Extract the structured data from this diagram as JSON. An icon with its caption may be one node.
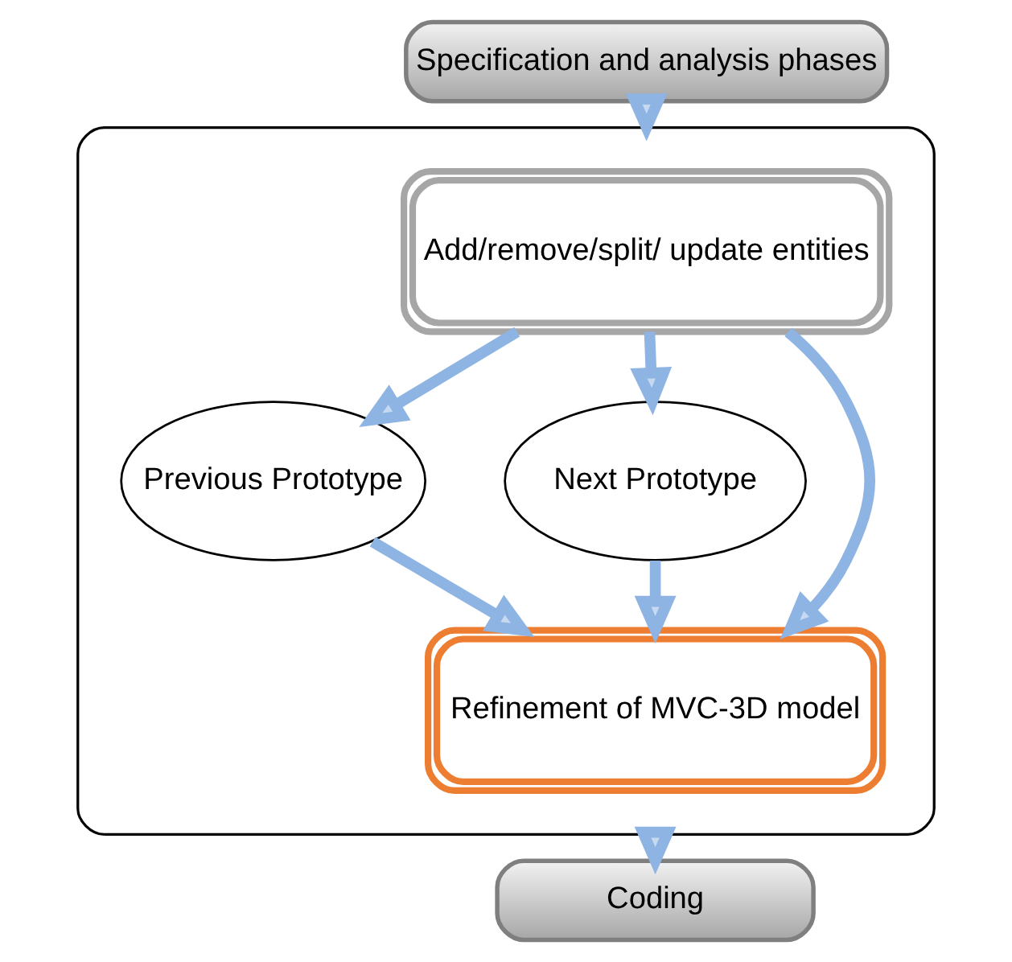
{
  "diagram": {
    "nodes": [
      {
        "text": [
          "Specification and analysis phases"
        ]
      },
      {
        "text": [],
        "shape": "box"
      },
      {
        "text": [
          "Add/remove/split/ update entities"
        ],
        "in": 1
      },
      {
        "text": [
          "Previous Prototype"
        ],
        "in": 1
      },
      {
        "text": [
          "Next Prototype"
        ],
        "in": 1
      },
      {
        "text": [
          "Refinement of MVC-3D model"
        ],
        "in": 1
      },
      {
        "text": [
          "Coding"
        ]
      }
    ],
    "edges": [
      {
        "from": 0,
        "to": 1,
        "arrow": "to"
      },
      {
        "from": 2,
        "to": 3,
        "arrow": "to"
      },
      {
        "from": 2,
        "to": 5,
        "arrow": "to"
      },
      {
        "from": 2,
        "to": 4,
        "arrow": "to"
      },
      {
        "from": 3,
        "to": 5,
        "arrow": "to"
      },
      {
        "from": 4,
        "to": 5,
        "arrow": "to"
      },
      {
        "from": 1,
        "to": 6,
        "arrow": "to"
      }
    ]
  }
}
